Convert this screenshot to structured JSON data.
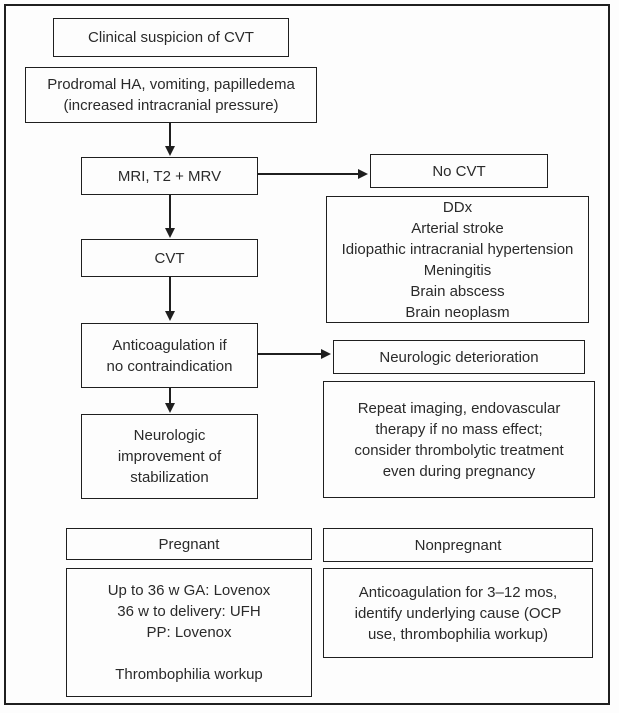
{
  "figure": {
    "type": "flowchart",
    "topic": "Diagnosis and management of cerebral venous thrombosis (CVT)",
    "colors": {
      "line": "#1f1f1f",
      "text": "#2a2a2a",
      "background": "#fdfdfd"
    },
    "boxes": {
      "clinical_suspicion": {
        "text": "Clinical suspicion of CVT"
      },
      "prodromal": {
        "lines": [
          "Prodromal HA, vomiting, papilledema",
          "(increased intracranial pressure)"
        ]
      },
      "mri": {
        "text": "MRI, T2 + MRV"
      },
      "no_cvt": {
        "text": "No CVT"
      },
      "ddx": {
        "lines": [
          "DDx",
          "Arterial stroke",
          "Idiopathic intracranial hypertension",
          "Meningitis",
          "Brain abscess",
          "Brain neoplasm"
        ]
      },
      "cvt": {
        "text": "CVT"
      },
      "anticoagulation": {
        "lines": [
          "Anticoagulation if",
          "no contraindication"
        ]
      },
      "neurologic_deterioration": {
        "text": "Neurologic deterioration"
      },
      "repeat_imaging": {
        "lines": [
          "Repeat imaging, endovascular",
          "therapy if no mass effect;",
          "consider thrombolytic treatment",
          "even during pregnancy"
        ]
      },
      "neurologic_improvement": {
        "lines": [
          "Neurologic",
          "improvement of",
          "stabilization"
        ]
      },
      "pregnant_header": {
        "text": "Pregnant"
      },
      "pregnant_plan": {
        "lines": [
          "Up to 36 w GA: Lovenox",
          "36 w to delivery: UFH",
          "PP: Lovenox",
          "",
          "Thrombophilia workup"
        ]
      },
      "nonpregnant_header": {
        "text": "Nonpregnant"
      },
      "nonpregnant_plan": {
        "lines": [
          "Anticoagulation for 3–12 mos,",
          "identify underlying cause (OCP",
          "use, thrombophilia workup)"
        ]
      }
    }
  }
}
